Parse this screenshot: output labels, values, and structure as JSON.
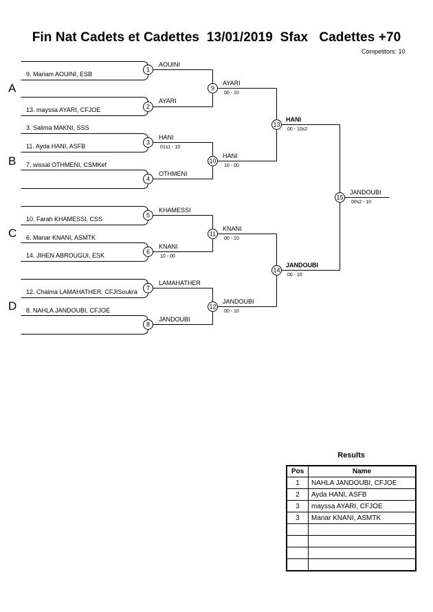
{
  "header": {
    "title": "Fin Nat Cadets et Cadettes  13/01/2019  Sfax   Cadettes +70",
    "competitors": "Competitors: 10"
  },
  "groups": [
    "A",
    "B",
    "C",
    "D"
  ],
  "round1": [
    {
      "num": "1",
      "winner": "AOUINI",
      "score": "",
      "top": "9. Mariam AOUINI, ESB",
      "bottom": ""
    },
    {
      "num": "2",
      "winner": "AYARI",
      "score": "",
      "top": "",
      "bottom": "13. mayssa AYARI, CFJOE"
    },
    {
      "num": "3",
      "winner": "HANI",
      "score": "01s1 - 10",
      "top": "3. Salima MAKNI, SSS",
      "bottom": "11. Ayda HANI, ASFB"
    },
    {
      "num": "4",
      "winner": "OTHMENI",
      "score": "",
      "top": "7. wissal OTHMENI, CSMKef",
      "bottom": ""
    },
    {
      "num": "5",
      "winner": "KHAMESSI",
      "score": "",
      "top": "",
      "bottom": "10. Farah KHAMESSI, CSS"
    },
    {
      "num": "6",
      "winner": "KNANI",
      "score": "10 - 00",
      "top": "6. Manar KNANI, ASMTK",
      "bottom": "14. JIHEN ABROUGUI, ESK"
    },
    {
      "num": "7",
      "winner": "LAMAHATHER",
      "score": "",
      "top": "",
      "bottom": "12. Chaima LAMAHATHER, CFJISoukra"
    },
    {
      "num": "8",
      "winner": "JANDOUBI",
      "score": "",
      "top": "8. NAHLA JANDOUBI, CFJOE",
      "bottom": ""
    }
  ],
  "round2": [
    {
      "num": "9",
      "winner": "AYARI",
      "score": "00 - 10"
    },
    {
      "num": "10",
      "winner": "HANI",
      "score": "10 - 00"
    },
    {
      "num": "11",
      "winner": "KNANI",
      "score": "00 - 10"
    },
    {
      "num": "12",
      "winner": "JANDOUBI",
      "score": "00 - 10"
    }
  ],
  "semis": [
    {
      "num": "13",
      "winner": "HANI",
      "score": "00 - 10s2"
    },
    {
      "num": "14",
      "winner": "JANDOUBI",
      "score": "00 - 10"
    }
  ],
  "final": {
    "num": "15",
    "winner": "JANDOUBI",
    "score": "00s2 - 10"
  },
  "results": {
    "title": "Results",
    "headers": {
      "pos": "Pos",
      "name": "Name"
    },
    "rows": [
      {
        "pos": "1",
        "name": "NAHLA JANDOUBI, CFJOE"
      },
      {
        "pos": "2",
        "name": "Ayda HANI, ASFB"
      },
      {
        "pos": "3",
        "name": "mayssa AYARI, CFJOE"
      },
      {
        "pos": "3",
        "name": "Manar KNANI, ASMTK"
      },
      {
        "pos": "",
        "name": ""
      },
      {
        "pos": "",
        "name": ""
      },
      {
        "pos": "",
        "name": ""
      },
      {
        "pos": "",
        "name": ""
      }
    ]
  }
}
